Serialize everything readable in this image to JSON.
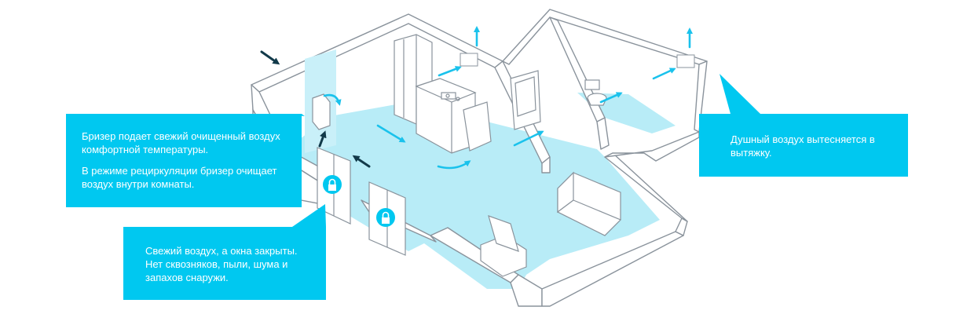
{
  "callouts": {
    "breather": {
      "line1": "Бризер подает свежий очищенный воздух комфортной температуры.",
      "line2": "В режиме рециркуляции бризер очищает воздух внутри комнаты."
    },
    "windows": {
      "text": "Свежий воздух, а окна закрыты. Нет сквозняков, пыли, шума и запахов снаружи."
    },
    "exhaust": {
      "text": "Душный воздух вытесняется в вытяжку."
    }
  },
  "colors": {
    "accent": "#00c8f0",
    "floor": "#b8ecf7",
    "line": "#8a939c",
    "dark_arrow": "#123a4a",
    "blue_arrow": "#1ac2ec"
  },
  "icons": [
    "lock-icon",
    "arrow-icon",
    "breather-device-icon"
  ]
}
